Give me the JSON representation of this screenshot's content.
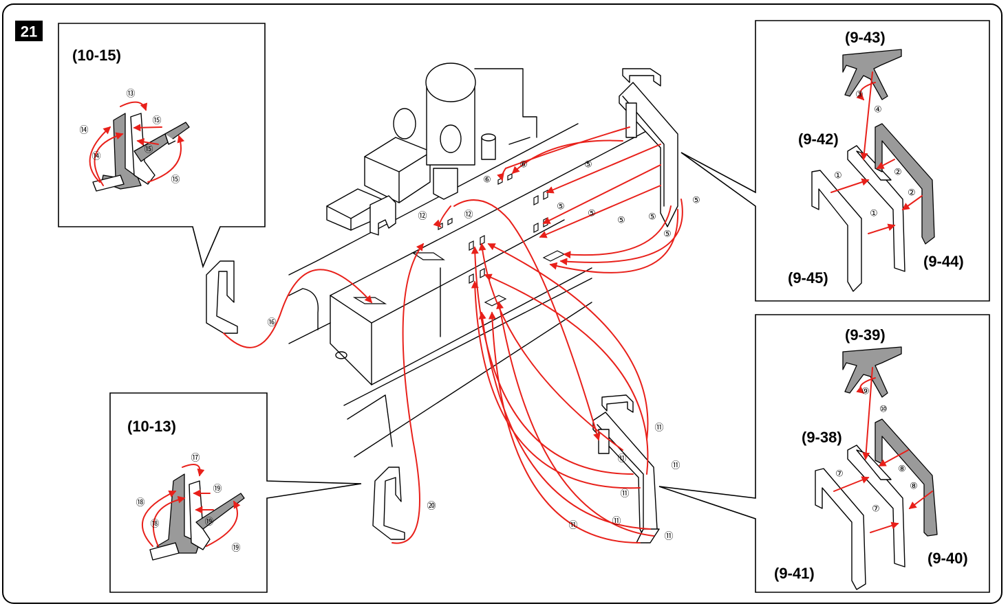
{
  "step": "21",
  "colors": {
    "arrow": "#e8201a",
    "grey_part": "#9a9a9a",
    "frame": "#000000"
  },
  "callouts": {
    "top_left": "(10-15)",
    "bottom_left": "(10-13)"
  },
  "right_top": {
    "top": "(9-43)",
    "mid": "(9-42)",
    "left": "(9-45)",
    "right": "(9-44)"
  },
  "right_bottom": {
    "top": "(9-39)",
    "mid": "(9-38)",
    "left": "(9-41)",
    "right": "(9-40)"
  },
  "markers": {
    "m1": "①",
    "m2": "②",
    "m3": "③",
    "m4": "④",
    "m5": "⑤",
    "m6": "⑥",
    "m7": "⑦",
    "m8": "⑧",
    "m9": "⑨",
    "m10": "⑩",
    "m11": "⑪",
    "m12": "⑫",
    "m13": "⑬",
    "m14": "⑭",
    "m15": "⑮",
    "m16": "⑯",
    "m17": "⑰",
    "m18": "⑱",
    "m19": "⑲",
    "m20": "⑳"
  }
}
